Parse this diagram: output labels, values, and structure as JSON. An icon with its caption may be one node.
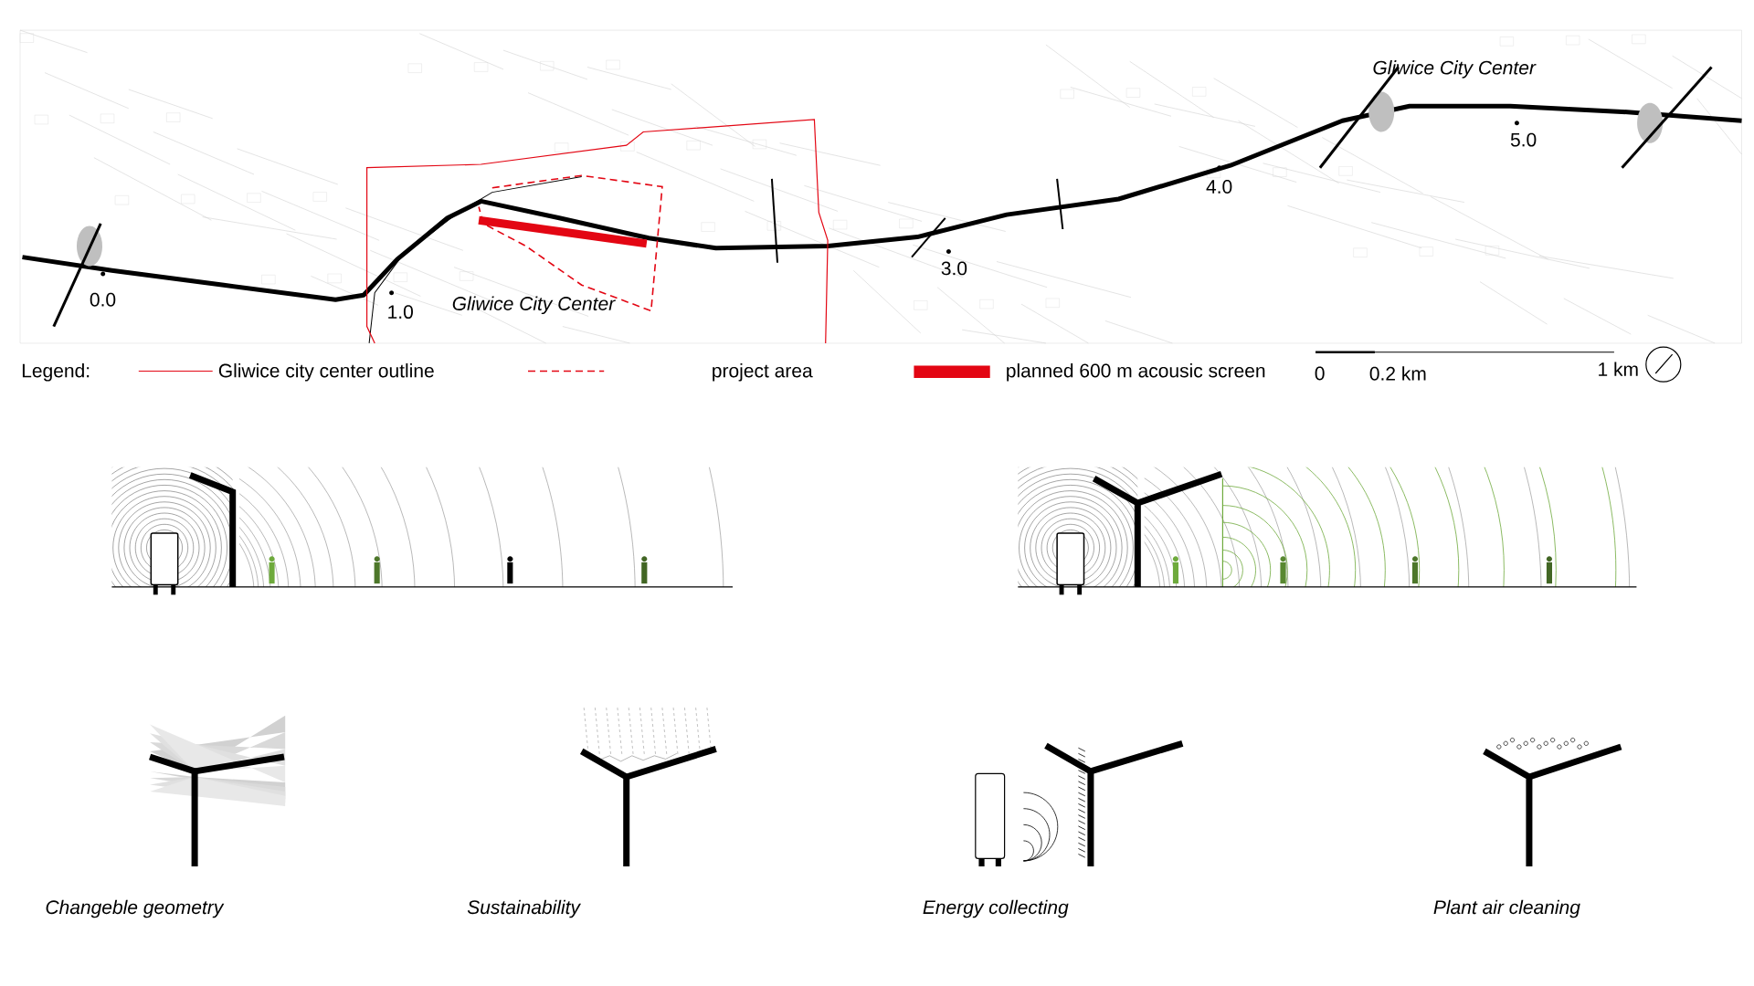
{
  "diagram": {
    "labels": [
      "Gliwice City Center",
      "5.0",
      "4.0",
      "3.0",
      "0.0",
      "1.0",
      "Gliwice City Center",
      "Legend:",
      "0",
      "0.2 km",
      "1 km",
      "Changeble geometry",
      "Sustainability",
      "Energy collecting",
      "Plant air cleaning"
    ],
    "legend": [
      {
        "text": "Gliwice city center outline"
      },
      {
        "text": "project area"
      },
      {
        "text": "planned 600 m acousic screen",
        "color": "#e30613"
      }
    ]
  }
}
